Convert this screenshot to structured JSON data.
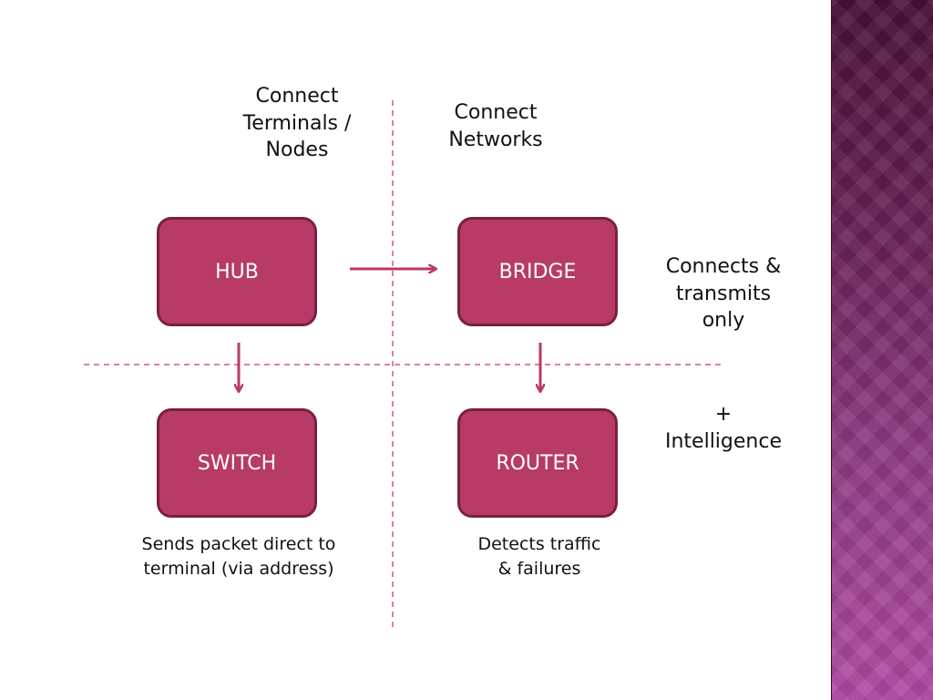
{
  "colors": {
    "node_fill": "#b83a66",
    "node_border": "#7a1f44",
    "arrow": "#b83a66",
    "guide_dash": "#d45a7a",
    "side_band": "#7a2a6a"
  },
  "headers": {
    "terminals": "Connect\nTerminals /\nNodes",
    "networks": "Connect\nNetworks"
  },
  "nodes": {
    "hub": "HUB",
    "bridge": "BRIDGE",
    "switch": "SWITCH",
    "router": "ROUTER"
  },
  "notes": {
    "top_row": "Connects &\ntransmits\nonly",
    "bottom_row": "+\nIntelligence",
    "switch": "Sends packet direct to\nterminal (via address)",
    "router": "Detects traffic\n& failures"
  }
}
